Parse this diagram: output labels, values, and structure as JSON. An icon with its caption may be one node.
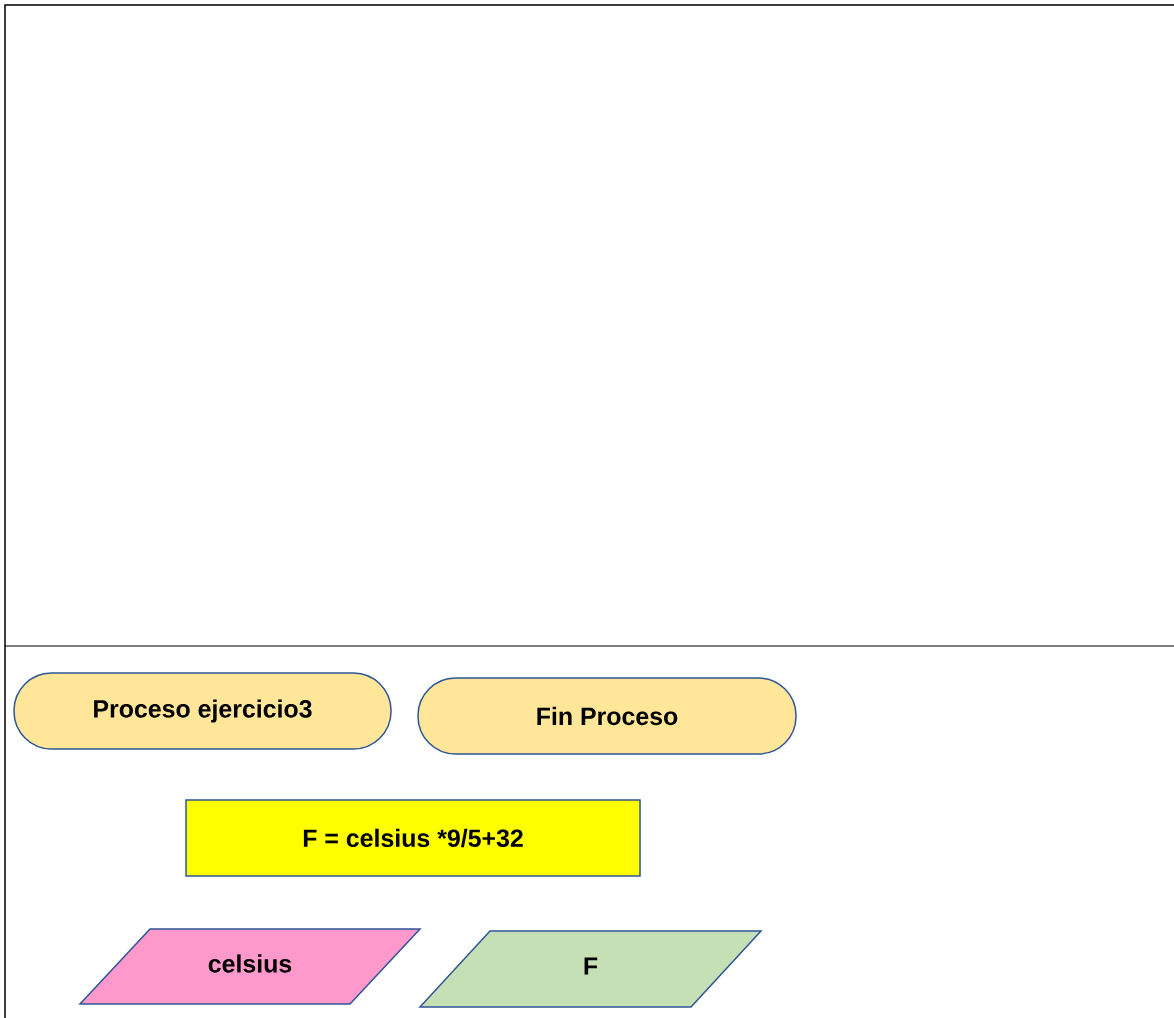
{
  "diagram": {
    "nodes": [
      {
        "text": [
          "Proceso ejercicio3"
        ]
      },
      {
        "text": [
          "Fin Proceso"
        ]
      },
      {
        "text": [
          "F = celsius *9/5+32"
        ]
      },
      {
        "text": [
          "celsius"
        ]
      },
      {
        "text": [
          "F"
        ]
      }
    ]
  }
}
